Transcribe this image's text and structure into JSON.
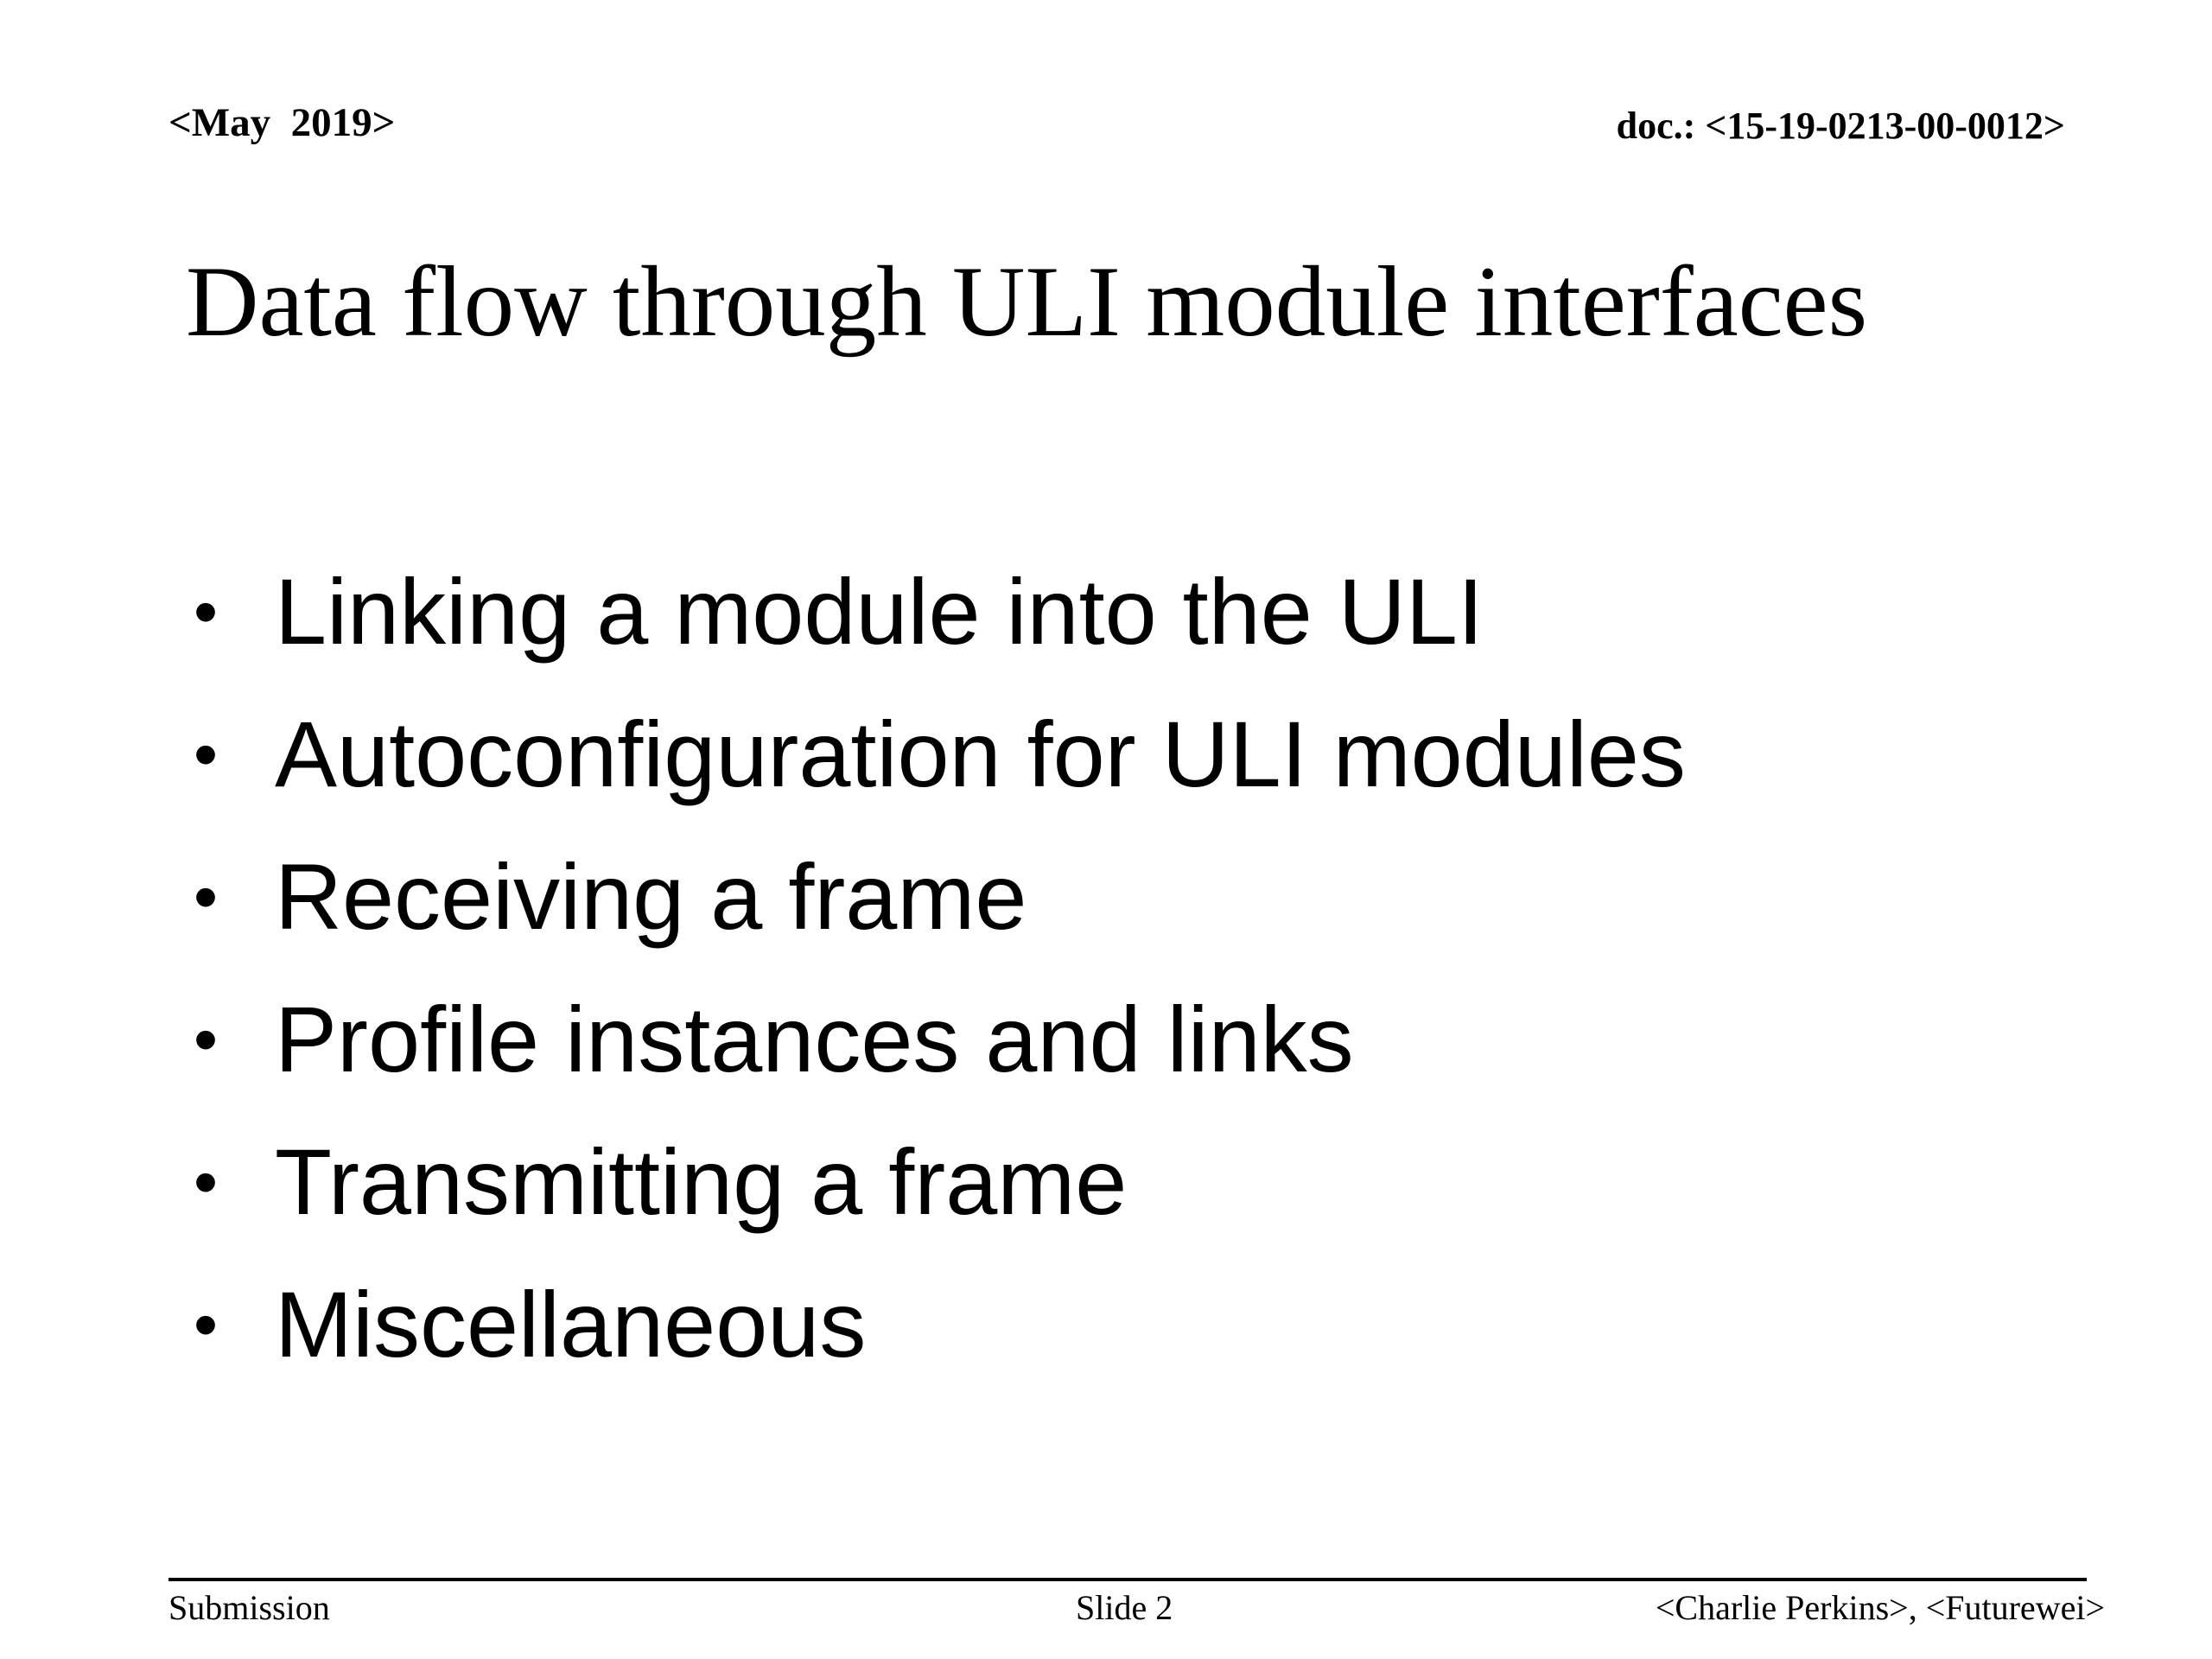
{
  "header": {
    "date": "<May  2019>",
    "doc": "doc.: <15-19-0213-00-0012>"
  },
  "slide": {
    "title": "Data flow through ULI module interfaces",
    "bullet_symbol": "•",
    "bullets": [
      "Linking a module into the ULI",
      "Autoconfiguration for ULI modules",
      "Receiving a frame",
      "Profile instances and links",
      "Transmitting a frame",
      "Miscellaneous"
    ]
  },
  "footer": {
    "left": "Submission",
    "center": "Slide 2",
    "right": "<Charlie Perkins>, <Futurewei>"
  }
}
